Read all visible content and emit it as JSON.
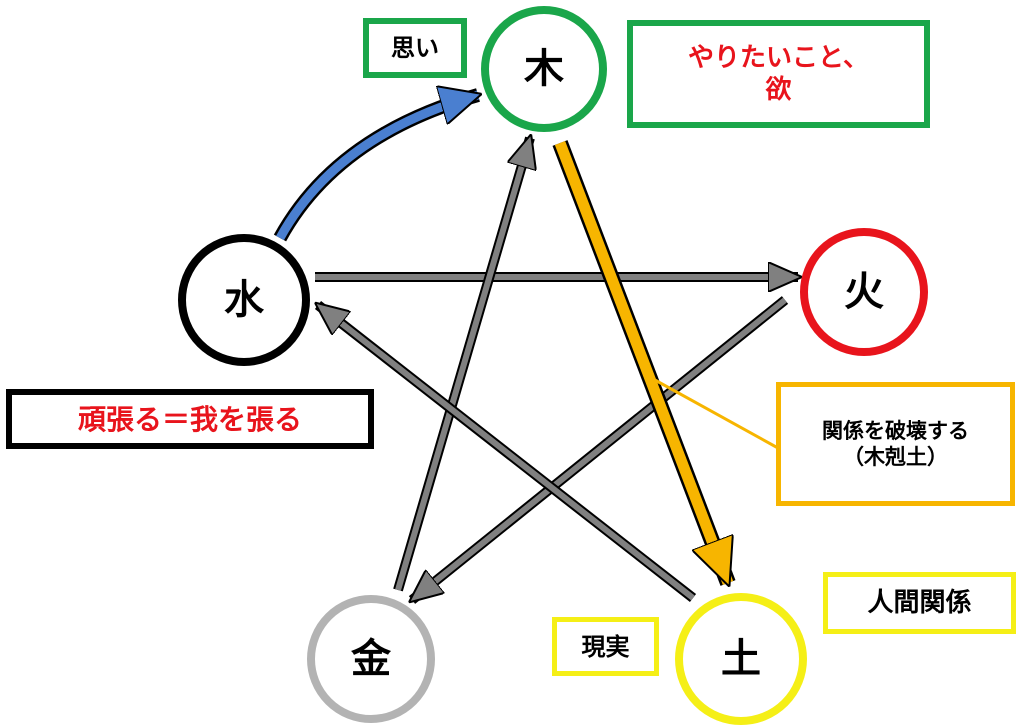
{
  "colors": {
    "wood": "#1aa64a",
    "fire": "#e8141c",
    "earth": "#f5ef16",
    "metal": "#b3b3b3",
    "water": "#000000",
    "desire_text": "#e8141c",
    "generate_arrow": "#4a7fd0",
    "control_arrow": "#f7b500",
    "grey_arrow": "#808080"
  },
  "elements": {
    "wood": "木",
    "fire": "火",
    "earth": "土",
    "metal": "金",
    "water": "水"
  },
  "labels": {
    "thought": "思い",
    "desire_line1": "やりたいこと、",
    "desire_line2": "欲",
    "effort": "頑張る＝我を張る",
    "destroy_line1": "関係を破壊する",
    "destroy_line2": "（木剋土）",
    "relationships": "人間関係",
    "reality": "現実"
  }
}
